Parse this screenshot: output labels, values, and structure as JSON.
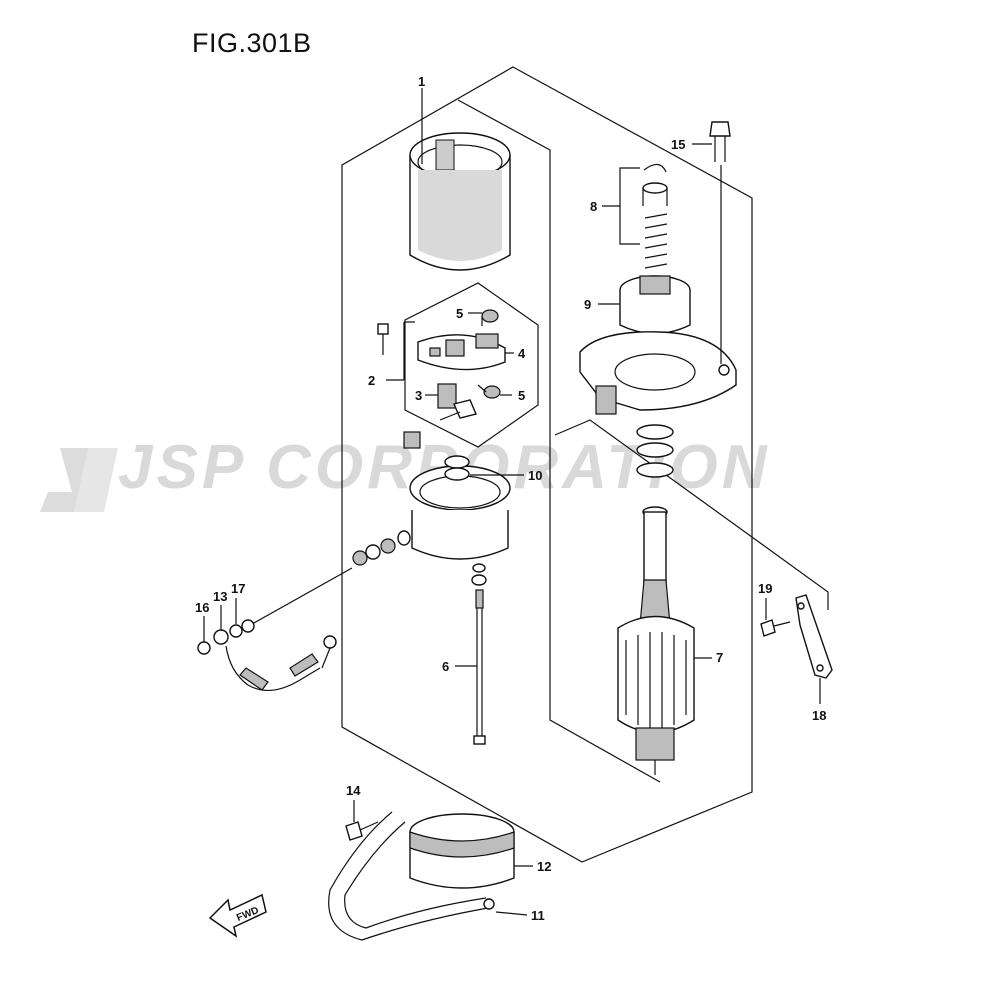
{
  "figure": {
    "title": "FIG.301B"
  },
  "watermark": {
    "text": "JSP CORPORATION"
  },
  "direction_arrow": {
    "label": "FWD"
  },
  "callouts": [
    {
      "id": "c1",
      "text": "1"
    },
    {
      "id": "c2",
      "text": "2"
    },
    {
      "id": "c3",
      "text": "3"
    },
    {
      "id": "c4",
      "text": "4"
    },
    {
      "id": "c5a",
      "text": "5"
    },
    {
      "id": "c5b",
      "text": "5"
    },
    {
      "id": "c6",
      "text": "6"
    },
    {
      "id": "c7",
      "text": "7"
    },
    {
      "id": "c8",
      "text": "8"
    },
    {
      "id": "c9",
      "text": "9"
    },
    {
      "id": "c10",
      "text": "10"
    },
    {
      "id": "c11",
      "text": "11"
    },
    {
      "id": "c12",
      "text": "12"
    },
    {
      "id": "c13",
      "text": "13"
    },
    {
      "id": "c14",
      "text": "14"
    },
    {
      "id": "c15",
      "text": "15"
    },
    {
      "id": "c16",
      "text": "16"
    },
    {
      "id": "c17",
      "text": "17"
    },
    {
      "id": "c18",
      "text": "18"
    },
    {
      "id": "c19",
      "text": "19"
    }
  ]
}
